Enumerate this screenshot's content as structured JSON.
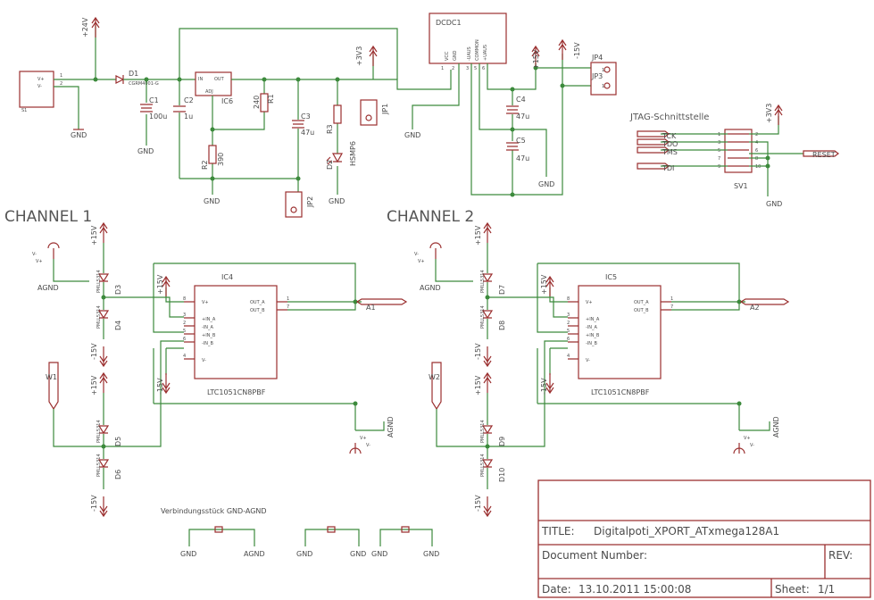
{
  "colors": {
    "wire": "#3c8a3c",
    "part": "#9b3030",
    "text": "#4a4a4a",
    "background": "#ffffff"
  },
  "supply": {
    "v24": "+24V",
    "s1_vplus": "V+",
    "s1_vminus": "V-",
    "s1_name": "S1",
    "pin1": "1",
    "pin2": "2",
    "d1": "D1",
    "d1_value": "CGRM4001-G",
    "c1": "C1",
    "c1_value": "100u",
    "c2": "C2",
    "c2_value": "1u",
    "ic6": "IC6",
    "ic6_in": "IN",
    "ic6_out": "OUT",
    "ic6_adj": "ADJ",
    "r1": "R1",
    "r1_value": "240",
    "r2": "R2",
    "r2_value": "390",
    "c3": "C3",
    "c3_value": "47u",
    "r3": "R3",
    "d2": "D2",
    "d2_value": "HSMP6",
    "v33": "+3V3",
    "jp1": "JP1",
    "jp2": "JP2",
    "dcdc": "DCDC1",
    "dcdc_pins": [
      "VCC",
      "GND",
      "-UAUS",
      "COMMON",
      "+UAUS"
    ],
    "dcdc_pin2": "2",
    "dcdc_pin3": "3",
    "dcdc_pin5": "5",
    "dcdc_pin6": "6",
    "dcdc_pin1": "1",
    "c4": "C4",
    "c4_value": "47u",
    "c5": "C5",
    "c5_value": "47u",
    "p15": "+15V",
    "m15": "-15V",
    "jp3": "JP3",
    "jp4": "JP4",
    "gnd": "GND"
  },
  "jtag": {
    "title": "JTAG-Schnittstelle",
    "v33": "+3V3",
    "name": "SV1",
    "gnd": "GND",
    "reset": "RESET",
    "signals": [
      "TCK",
      "TDO",
      "TMS",
      "TDI"
    ],
    "pins_left": [
      "1",
      "3",
      "5",
      "7",
      "9"
    ],
    "pins_right": [
      "2",
      "4",
      "6",
      "8",
      "10"
    ]
  },
  "channel1": {
    "title": "CHANNEL 1",
    "ic": "IC4",
    "ic_value": "LTC1051CN8PBF",
    "wiper": "W1",
    "diodes": [
      "D3",
      "D4",
      "D5",
      "D6"
    ],
    "diode_value": "PMLL5314",
    "out_label": "A1",
    "vplus": "V+",
    "vminus": "V-",
    "agnd": "AGND"
  },
  "channel2": {
    "title": "CHANNEL 2",
    "ic": "IC5",
    "ic_value": "LTC1051CN8PBF",
    "wiper": "W2",
    "diodes": [
      "D7",
      "D8",
      "D9",
      "D10"
    ],
    "diode_value": "PMLL5314",
    "out_label": "A2",
    "vplus": "V+",
    "vminus": "V-",
    "agnd": "AGND"
  },
  "opamp": {
    "pins": [
      "V+",
      "+IN_A",
      "-IN_A",
      "+IN_B",
      "-IN_B",
      "V-",
      "OUT_A",
      "OUT_B"
    ],
    "pin_numbers": [
      "8",
      "3",
      "2",
      "5",
      "6",
      "4",
      "1",
      "7"
    ]
  },
  "bridge": {
    "title": "Verbindungsstück GND-AGND",
    "gnd": "GND",
    "agnd": "AGND"
  },
  "titleblock": {
    "title_label": "TITLE:",
    "title_value": "Digitalpoti_XPORT_ATxmega128A1",
    "docnum_label": "Document Number:",
    "rev_label": "REV:",
    "date_label": "Date:",
    "date_value": "13.10.2011 15:00:08",
    "sheet_label": "Sheet:",
    "sheet_value": "1/1"
  }
}
